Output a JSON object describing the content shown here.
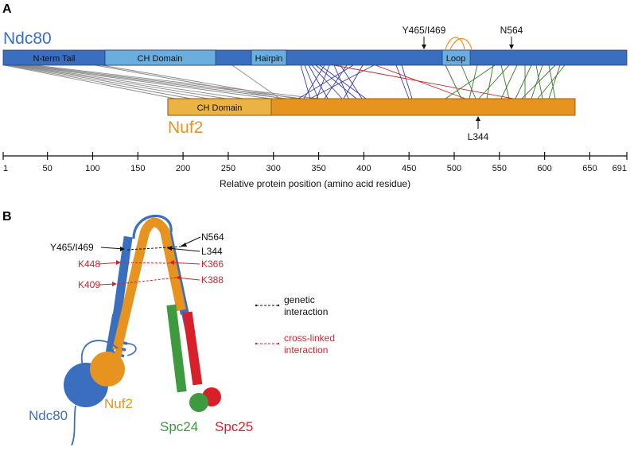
{
  "panel_a": {
    "label": "A",
    "ndc80_label": "Ndc80",
    "nuf2_label": "Nuf2",
    "ndc80_domains": {
      "nterm": "N-term Tail",
      "ch": "CH Domain",
      "hairpin": "Hairpin",
      "loop": "Loop"
    },
    "nuf2_domains": {
      "ch": "CH Domain"
    },
    "markers": {
      "y465": "Y465/I469",
      "n564": "N564",
      "l344": "L344"
    },
    "axis": {
      "title": "Relative protein position (amino acid residue)",
      "ticks": [
        "1",
        "50",
        "100",
        "150",
        "200",
        "250",
        "300",
        "350",
        "400",
        "450",
        "500",
        "550",
        "600",
        "650",
        "691"
      ]
    }
  },
  "panel_b": {
    "label": "B",
    "labels": {
      "y465": "Y465/I469",
      "n564": "N564",
      "l344": "L344",
      "k448": "K448",
      "k366": "K366",
      "k409": "K409",
      "k388": "K388",
      "ndc80": "Ndc80",
      "nuf2": "Nuf2",
      "spc24": "Spc24",
      "spc25": "Spc25"
    },
    "legend": {
      "genetic_1": "genetic",
      "genetic_2": "interaction",
      "crosslink_1": "cross-linked",
      "crosslink_2": "interaction"
    }
  },
  "colors": {
    "ndc80": "#3a6fbf",
    "ndc80_light": "#6aaee0",
    "nuf2": "#e69320",
    "nuf2_light": "#ebb244",
    "spc24": "#3e9a3e",
    "spc25": "#d7202a",
    "crosslink_blue": "#3a3ea8",
    "crosslink_green": "#3b7a28",
    "crosslink_red": "#c8282e",
    "crosslink_gray": "#8a8a8a"
  }
}
